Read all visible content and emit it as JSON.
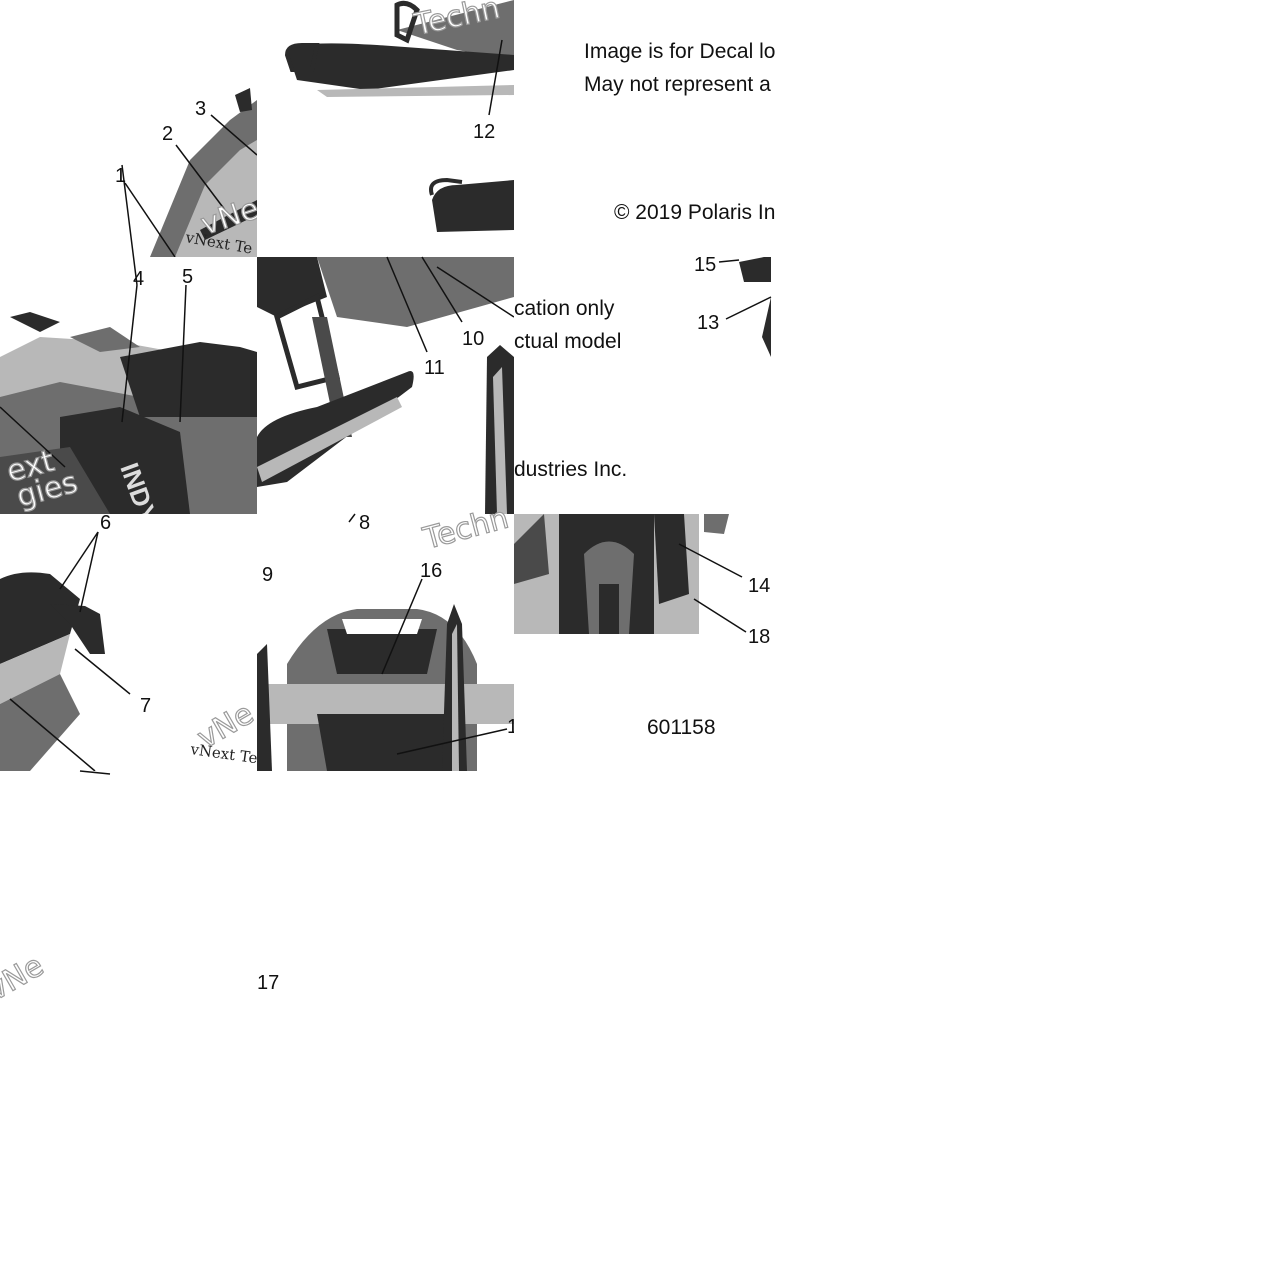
{
  "diagram": {
    "notes": {
      "line1_a": "Image is for Decal lo",
      "line1_b": "cation only",
      "line2_a": "May not represent a",
      "line2_b": "ctual model",
      "copyright_a": "© 2019 Polaris In",
      "copyright_b": "dustries Inc.",
      "part_number": "601158"
    },
    "callouts": {
      "c1": "1",
      "c2": "2",
      "c3": "3",
      "c4": "4",
      "c5": "5",
      "c6": "6",
      "c7": "7",
      "c8": "8",
      "c9": "9",
      "c10": "10",
      "c11": "11",
      "c12": "12",
      "c13": "13",
      "c14": "14",
      "c15": "15",
      "c16": "16",
      "c17": "17",
      "c18": "18",
      "c1_partial": "1"
    },
    "decal_text": {
      "technologies": "Techn",
      "vnext_a": "vNext Te",
      "vnext_b": "vNe",
      "indy": "INDY",
      "next": "ext",
      "gies": "gies"
    },
    "colors": {
      "dark": "#2b2b2b",
      "mid": "#6e6e6e",
      "light": "#b8b8b8",
      "bg": "#ffffff"
    }
  }
}
